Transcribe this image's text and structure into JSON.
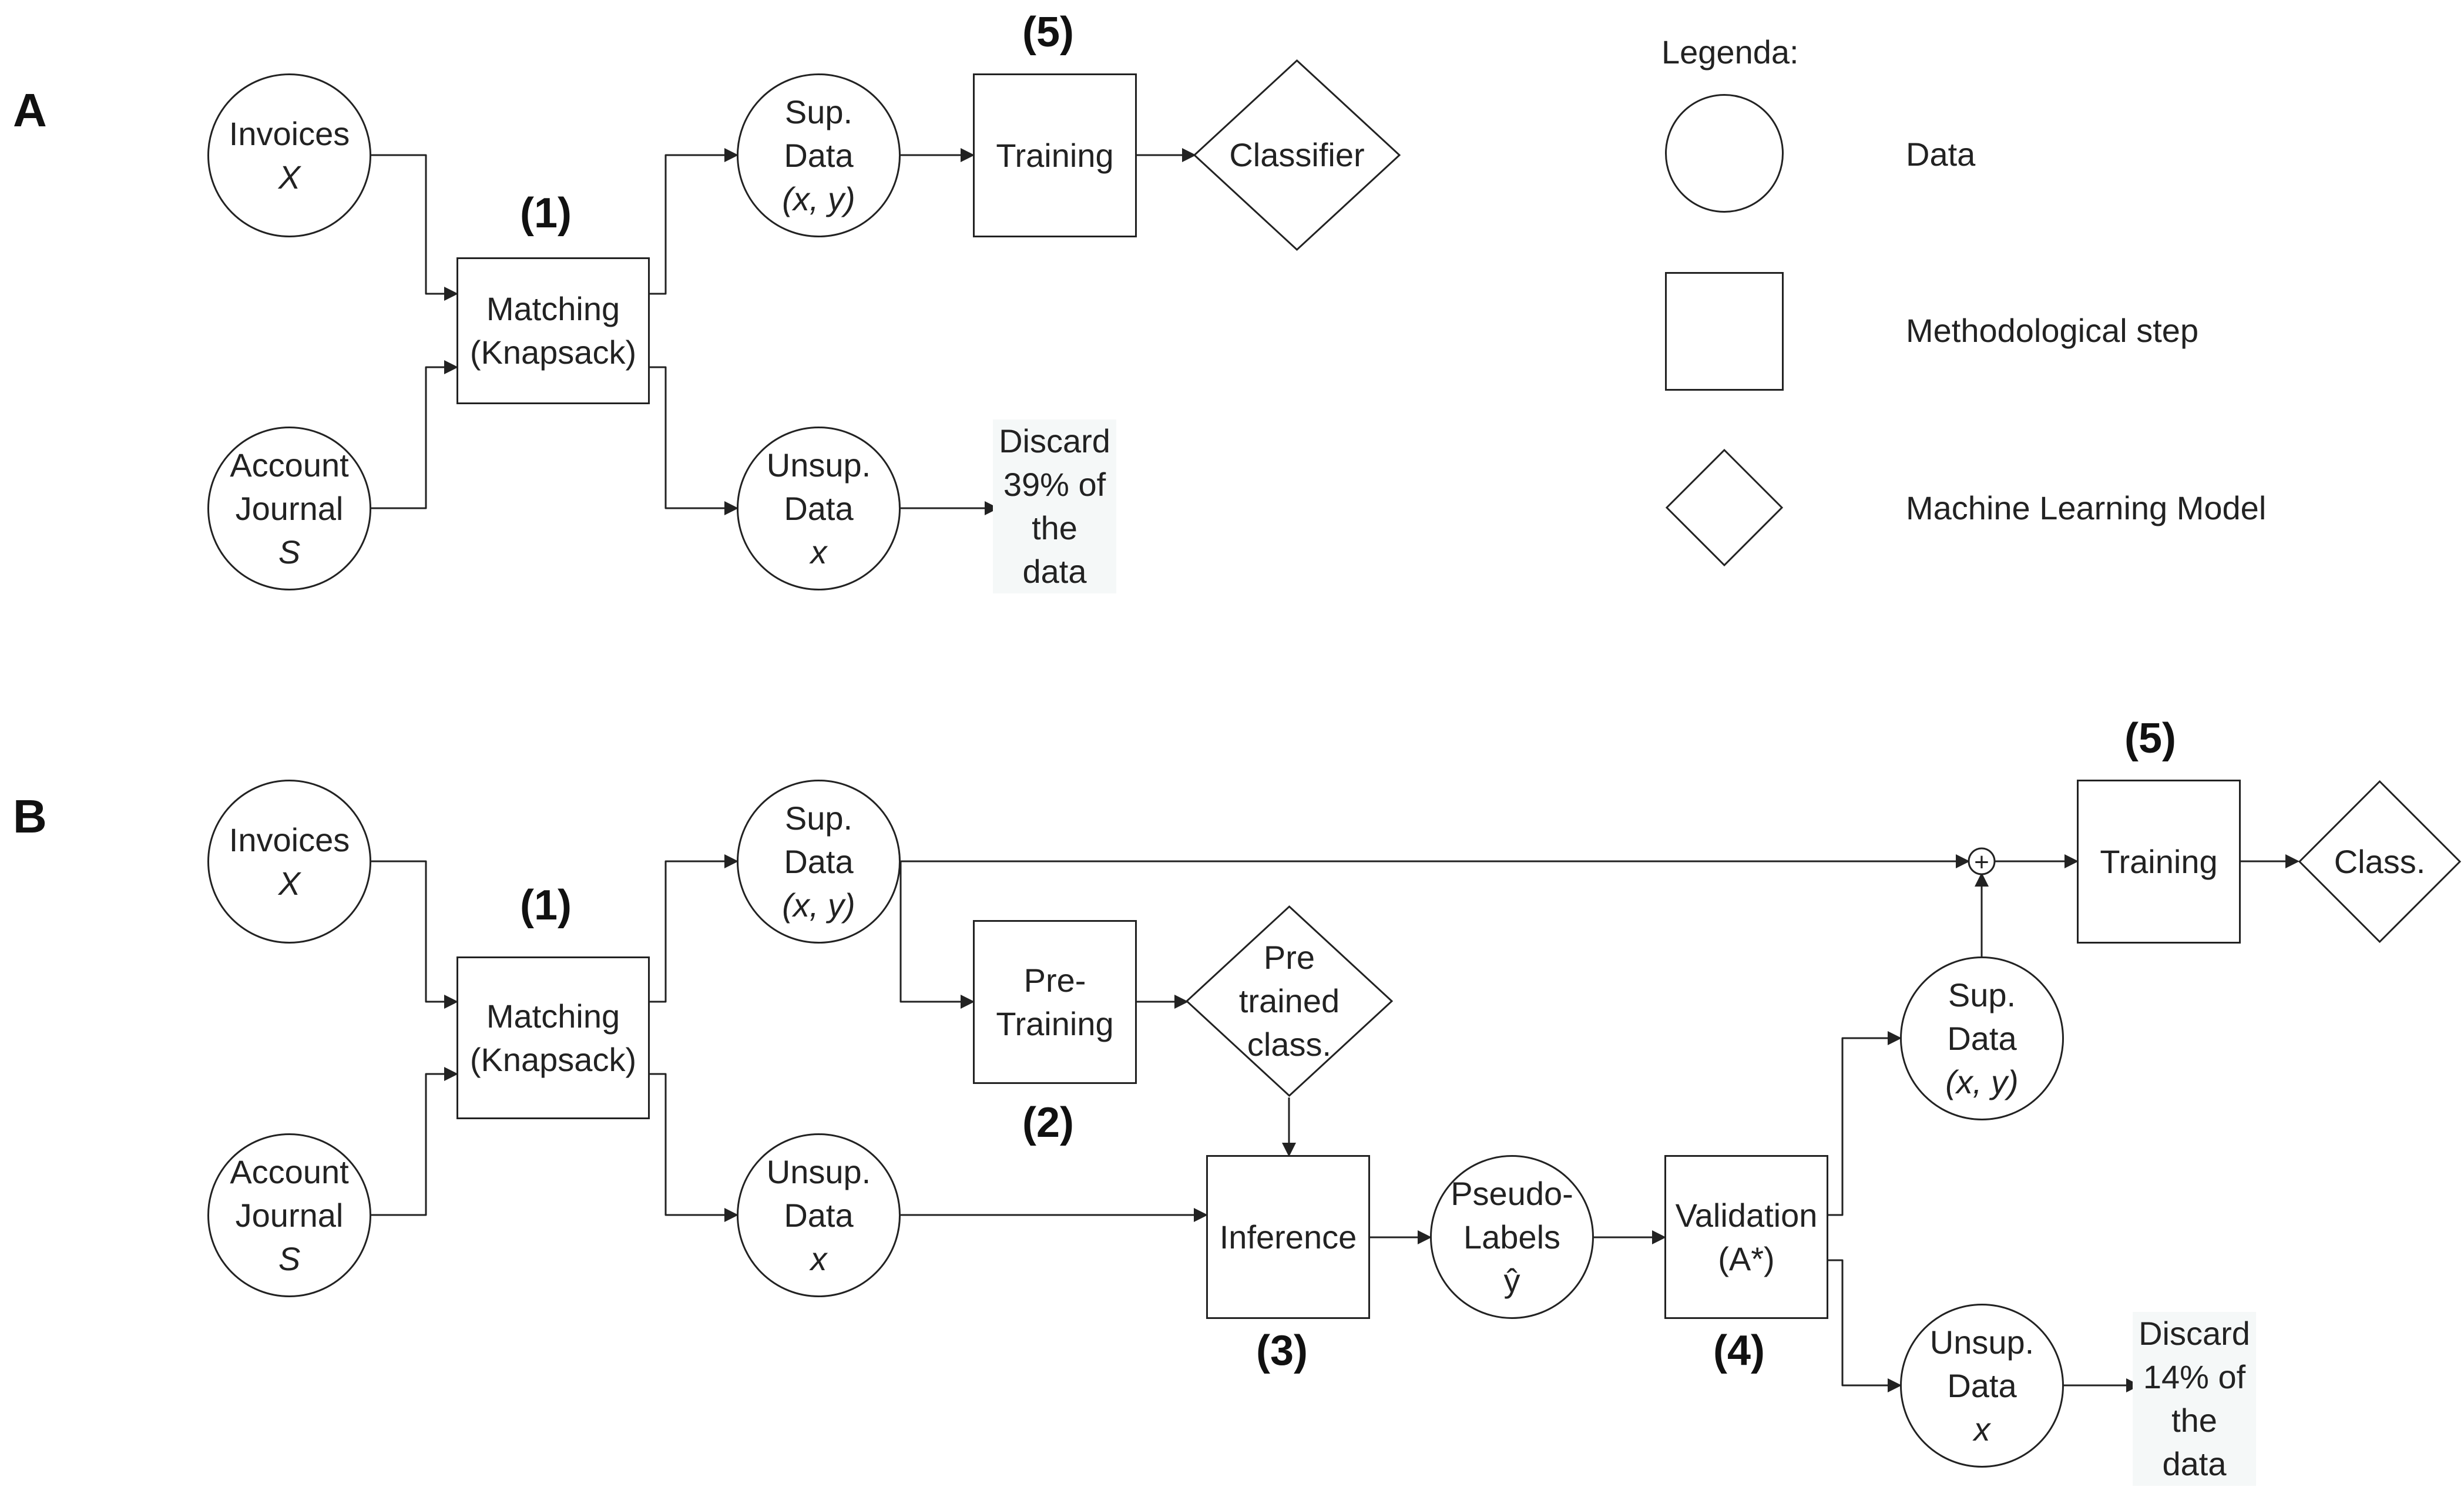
{
  "sections": {
    "a": "A",
    "b": "B"
  },
  "legend": {
    "title": "Legenda:",
    "data": "Data",
    "step": "Methodological step",
    "model": "Machine Learning Model"
  },
  "panel_a": {
    "invoices": [
      "Invoices",
      "X"
    ],
    "journal": [
      "Account",
      "Journal",
      "S"
    ],
    "matching": [
      "Matching",
      "(Knapsack)"
    ],
    "sup_data": [
      "Sup.",
      "Data",
      "(x, y)"
    ],
    "unsup_data": [
      "Unsup.",
      "Data",
      "x"
    ],
    "training": "Training",
    "classifier": "Classifier",
    "discard": [
      "Discard",
      "39% of",
      "the",
      "data"
    ],
    "step_1": "(1)",
    "step_5": "(5)"
  },
  "panel_b": {
    "invoices": [
      "Invoices",
      "X"
    ],
    "journal": [
      "Account",
      "Journal",
      "S"
    ],
    "matching": [
      "Matching",
      "(Knapsack)"
    ],
    "sup_data": [
      "Sup.",
      "Data",
      "(x, y)"
    ],
    "unsup_data": [
      "Unsup.",
      "Data",
      "x"
    ],
    "pre_training": [
      "Pre-",
      "Training"
    ],
    "pretrained_class": [
      "Pre",
      "trained",
      "class."
    ],
    "inference": "Inference",
    "pseudo_labels": [
      "Pseudo-",
      "Labels",
      "ŷ"
    ],
    "validation": [
      "Validation",
      "(A*)"
    ],
    "sup_data_2": [
      "Sup.",
      "Data",
      "(x, y)"
    ],
    "unsup_data_2": [
      "Unsup.",
      "Data",
      "x"
    ],
    "discard": [
      "Discard",
      "14% of",
      "the",
      "data"
    ],
    "plus": "+",
    "training": "Training",
    "class": "Class.",
    "step_1": "(1)",
    "step_2": "(2)",
    "step_3": "(3)",
    "step_4": "(4)",
    "step_5": "(5)"
  }
}
